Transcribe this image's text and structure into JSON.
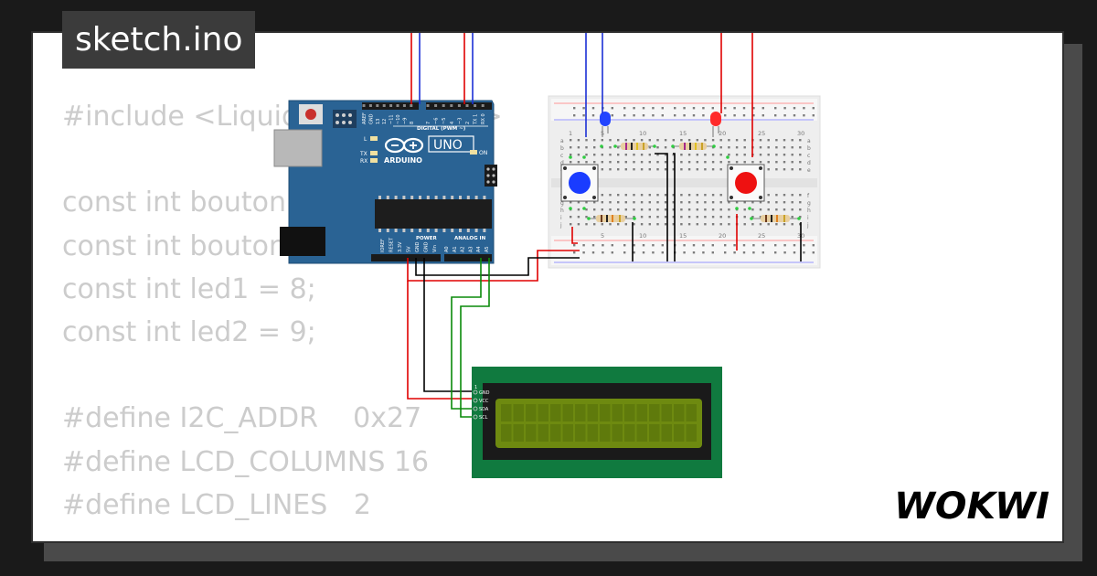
{
  "file_title": "sketch.ino",
  "code_lines": [
    "#include <LiquidCrystal_I2C.h>",
    "",
    "const int bouton1 = 2;",
    "const int bouton2 = 3;",
    "const int led1 = 8;",
    "const int led2 = 9;",
    "",
    "#define I2C_ADDR    0x27",
    "#define LCD_COLUMNS 16",
    "#define LCD_LINES   2"
  ],
  "brand": "WOKWI",
  "arduino": {
    "model": "UNO",
    "brand": "ARDUINO",
    "digital_label": "DIGITAL (PWM ~)",
    "analog_label": "ANALOG IN",
    "power_label": "POWER",
    "on_label": "ON",
    "tx_label": "TX",
    "rx_label": "RX",
    "l_label": "L",
    "digital_pins": [
      "AREF",
      "GND",
      "13",
      "12",
      "~11",
      "~10",
      "~9",
      "8",
      "7",
      "~6",
      "~5",
      "4",
      "~3",
      "2",
      "TX 1",
      "RX 0"
    ],
    "power_pins": [
      "IOREF",
      "RESET",
      "3.3V",
      "5V",
      "GND",
      "GND",
      "Vin"
    ],
    "analog_pins": [
      "A0",
      "A1",
      "A2",
      "A3",
      "A4",
      "A5"
    ]
  },
  "breadboard": {
    "col_numbers": [
      "1",
      "5",
      "10",
      "15",
      "20",
      "25",
      "30"
    ],
    "row_letters_top": [
      "a",
      "b",
      "c",
      "d",
      "e"
    ],
    "row_letters_bottom": [
      "f",
      "g",
      "h",
      "i",
      "j"
    ]
  },
  "lcd": {
    "pins": [
      "GND",
      "VCC",
      "SDA",
      "SCL"
    ],
    "pin_header": "1"
  },
  "colors": {
    "background": "#1a1a1a",
    "card": "#ffffff",
    "code_text": "#cccccc",
    "title_bg": "#3b3b3b",
    "arduino_blue": "#2a6394",
    "lcd_pcb": "#107a3f",
    "lcd_screen": "#6e8a10",
    "wire_red": "#e00000",
    "wire_blue": "#1b2fd6",
    "wire_green": "#0a8a0a",
    "wire_black": "#000000",
    "button_blue": "#1a3cff",
    "button_red": "#ee1111"
  }
}
